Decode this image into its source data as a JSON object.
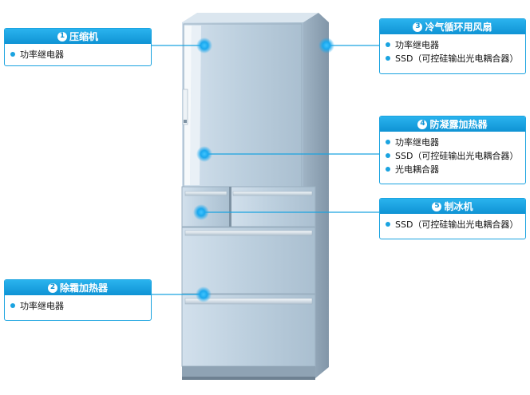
{
  "colors": {
    "accent": "#1aa3e0",
    "fridge_body": "#b9ccdb",
    "pointer": "#2ab3ee"
  },
  "callouts": {
    "compressor": {
      "number": "1",
      "title": "压缩机",
      "items": [
        "功率继电器"
      ]
    },
    "defrost_heater": {
      "number": "2",
      "title": "除霜加热器",
      "items": [
        "功率继电器"
      ]
    },
    "fan": {
      "number": "3",
      "title": "冷气循环用风扇",
      "items": [
        "功率继电器",
        "SSD（可控硅输出光电耦合器）"
      ]
    },
    "anti_condensation_heater": {
      "number": "4",
      "title": "防凝露加热器",
      "items": [
        "功率继电器",
        "SSD（可控硅输出光电耦合器）",
        "光电耦合器"
      ]
    },
    "ice_maker": {
      "number": "5",
      "title": "制冰机",
      "items": [
        "SSD（可控硅输出光电耦合器）"
      ]
    }
  }
}
